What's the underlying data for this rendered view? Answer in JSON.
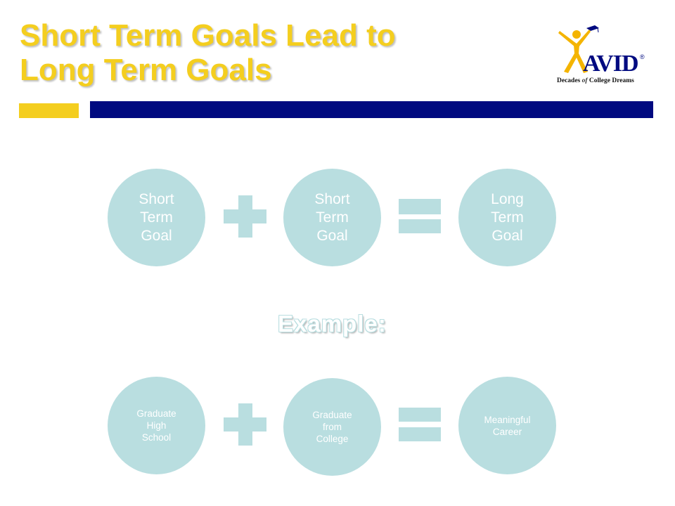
{
  "slide": {
    "title_line1": "Short Term Goals Lead to",
    "title_line2": "Long Term Goals",
    "accent_yellow": "#F4CE1F",
    "accent_navy": "#000A80",
    "shape_color": "#B9DEE0"
  },
  "logo": {
    "wordmark": "AVID",
    "registered": "®",
    "tagline_pre": "Decades ",
    "tagline_italic": "of",
    "tagline_post": " College Dreams"
  },
  "row1": {
    "circle1": [
      "Short",
      "Term",
      "Goal"
    ],
    "circle2": [
      "Short",
      "Term",
      "Goal"
    ],
    "circle3": [
      "Long",
      "Term",
      "Goal"
    ]
  },
  "example_label": "Example:",
  "row2": {
    "circle1": [
      "Graduate",
      "High",
      "School"
    ],
    "circle2": [
      "Graduate",
      "from",
      "College"
    ],
    "circle3": [
      "Meaningful",
      "Career"
    ]
  }
}
